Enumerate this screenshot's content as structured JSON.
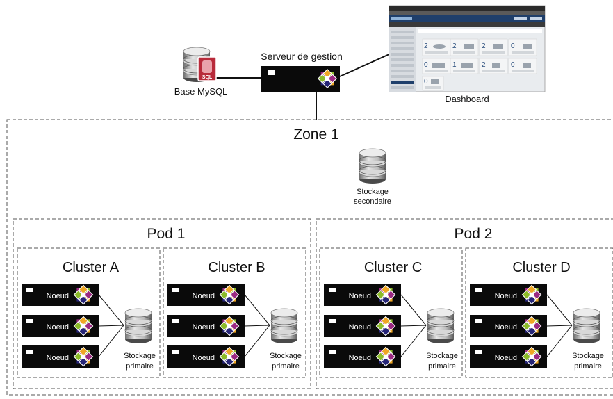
{
  "management": {
    "server_label": "Serveur de gestion",
    "database_label": "Base MySQL",
    "database_badge": "SQL",
    "dashboard_label": "Dashboard",
    "dashboard_counts": [
      "2",
      "2",
      "2",
      "0",
      "0",
      "1",
      "2",
      "0",
      "0"
    ]
  },
  "zone": {
    "title": "Zone 1",
    "secondary_storage": [
      "Stockage",
      "secondaire"
    ]
  },
  "pods": [
    {
      "title": "Pod 1",
      "clusters": [
        {
          "title": "Cluster A",
          "nodes": [
            "Noeud",
            "Noeud",
            "Noeud"
          ],
          "storage": [
            "Stockage",
            "primaire"
          ]
        },
        {
          "title": "Cluster B",
          "nodes": [
            "Noeud",
            "Noeud",
            "Noeud"
          ],
          "storage": [
            "Stockage",
            "primaire"
          ]
        }
      ]
    },
    {
      "title": "Pod 2",
      "clusters": [
        {
          "title": "Cluster C",
          "nodes": [
            "Noeud",
            "Noeud",
            "Noeud"
          ],
          "storage": [
            "Stockage",
            "primaire"
          ]
        },
        {
          "title": "Cluster D",
          "nodes": [
            "Noeud",
            "Noeud",
            "Noeud"
          ],
          "storage": [
            "Stockage",
            "primaire"
          ]
        }
      ]
    }
  ],
  "colors": {
    "server_body": "#0a0a0a",
    "border_dash": "#555555",
    "centos_purple": "#9b2a82",
    "centos_green": "#8cbb2a",
    "centos_orange": "#efa724",
    "centos_blue": "#262577",
    "sql_red": "#b82a3a",
    "dashboard_blue": "#1f3f6b"
  }
}
